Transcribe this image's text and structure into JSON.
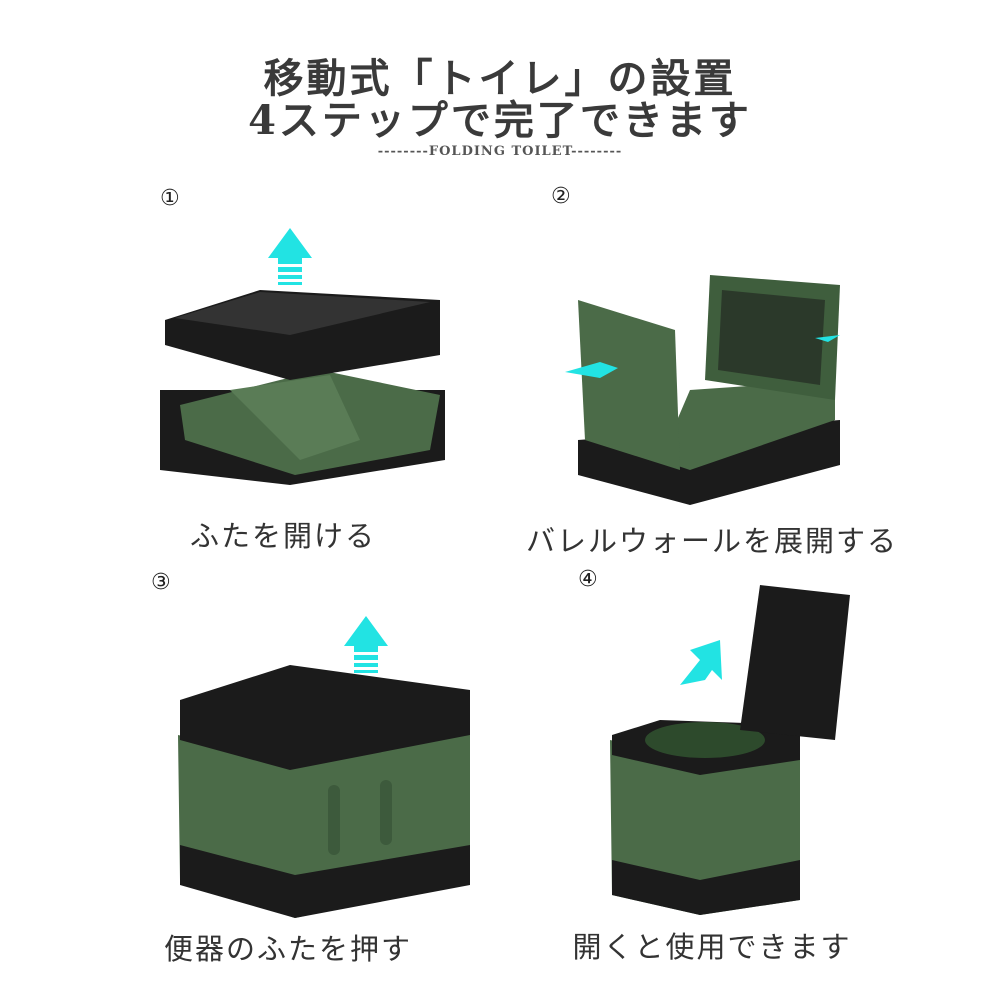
{
  "header": {
    "title_line1": "移動式「トイレ」の設置",
    "title_line2": "4ステップで完了できます",
    "subtitle": "--------FOLDING TOILET--------"
  },
  "steps": [
    {
      "number": "①",
      "caption": "ふたを開ける"
    },
    {
      "number": "②",
      "caption": "バレルウォールを展開する"
    },
    {
      "number": "③",
      "caption": "便器のふたを押す"
    },
    {
      "number": "④",
      "caption": "開くと使用できます"
    }
  ],
  "colors": {
    "arrow": "#22e3e3",
    "body_green": "#4b6b48",
    "black": "#1b1b1b"
  }
}
